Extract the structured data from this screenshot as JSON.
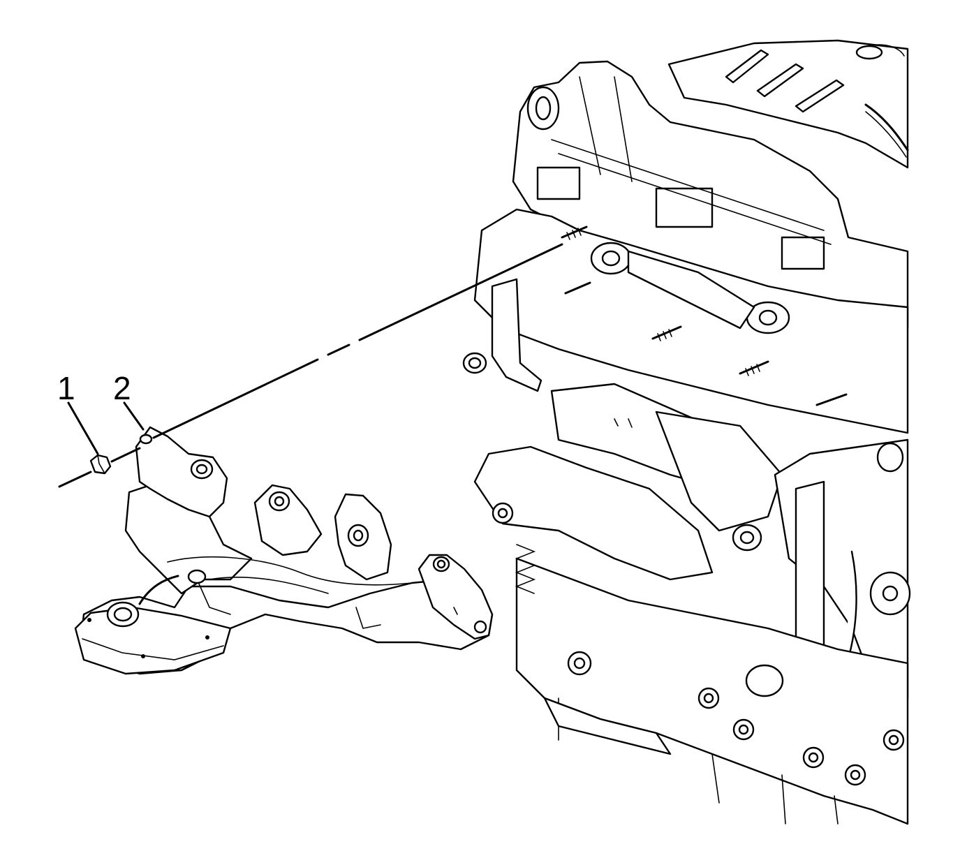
{
  "callouts": [
    {
      "id": "1",
      "label": "1",
      "part": "nut"
    },
    {
      "id": "2",
      "label": "2",
      "part": "exhaust-manifold"
    }
  ],
  "colors": {
    "line": "#000000",
    "background": "#ffffff"
  }
}
